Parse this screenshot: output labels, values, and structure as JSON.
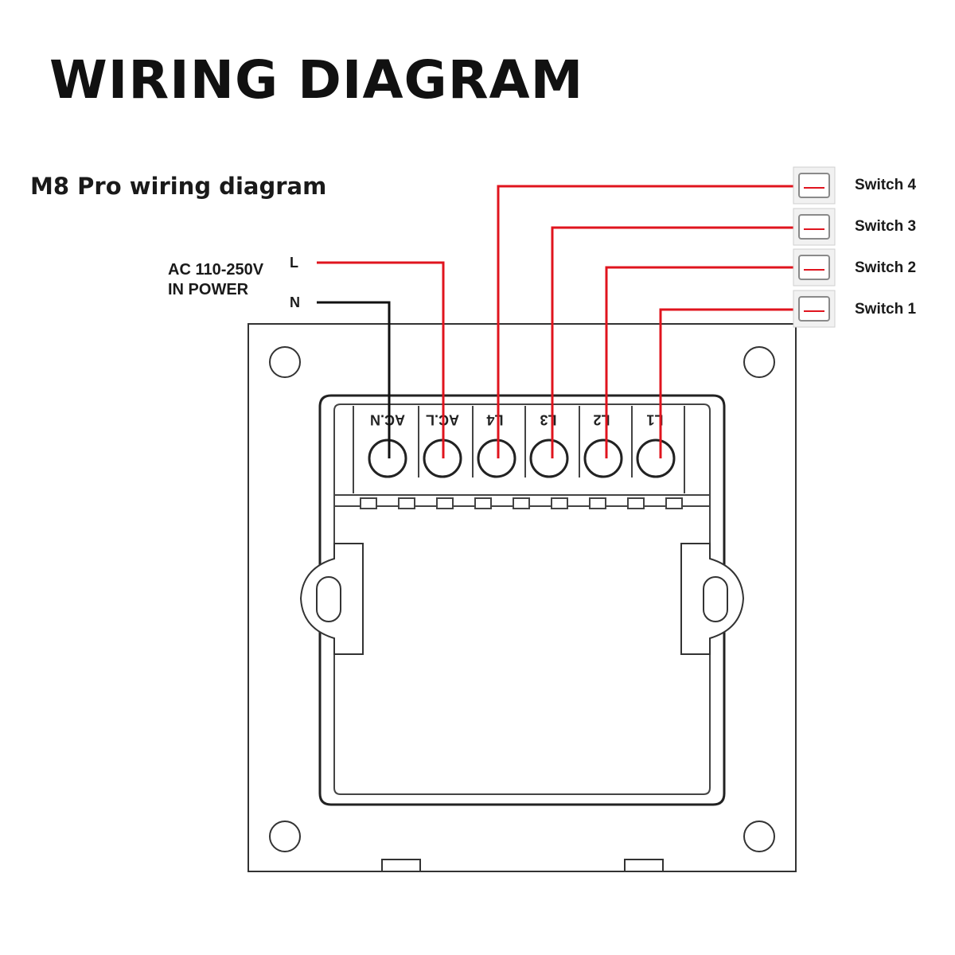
{
  "title": "WIRING DIAGRAM",
  "subtitle": "M8 Pro wiring diagram",
  "power": {
    "label_line1": "AC 110-250V",
    "label_line2": "IN POWER",
    "live_label": "L",
    "neutral_label": "N"
  },
  "terminals": [
    "AC.N",
    "AC.L",
    "L4",
    "L3",
    "L2",
    "L1"
  ],
  "switches": [
    "Switch 4",
    "Switch 3",
    "Switch 2",
    "Switch 1"
  ],
  "colors": {
    "live_wire": "#e0141e",
    "neutral_wire": "#111111",
    "outline": "#333333"
  }
}
